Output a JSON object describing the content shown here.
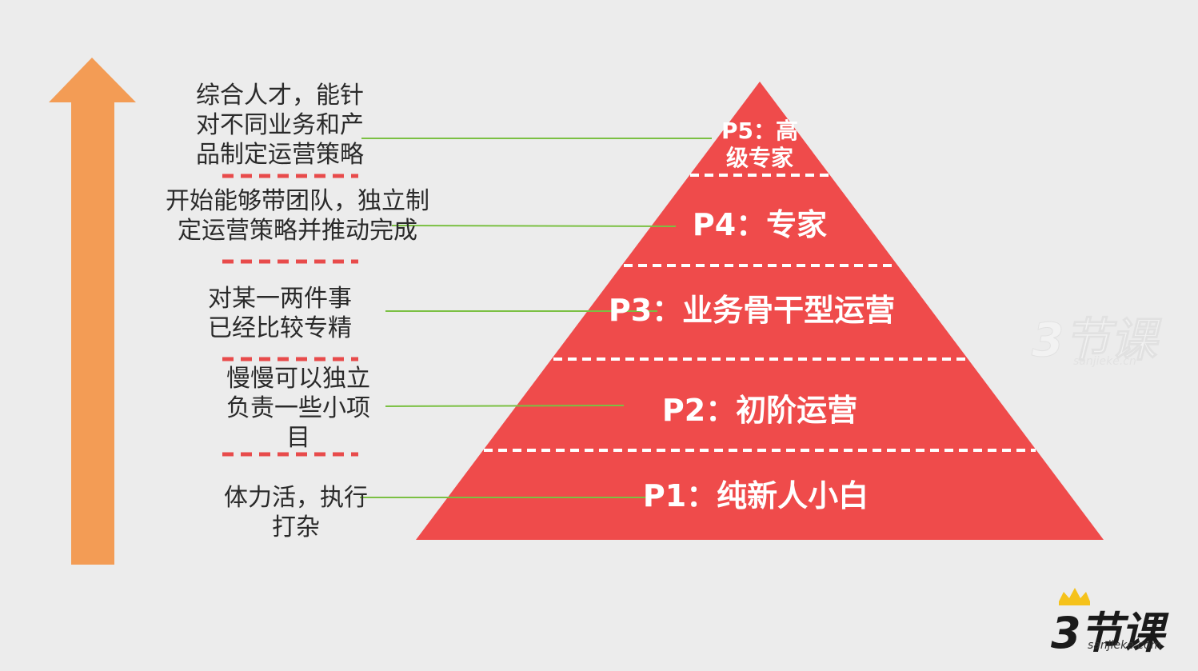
{
  "levels": [
    {
      "label": "P5：高级专家",
      "label_lines": [
        "P5：高",
        "级专家"
      ],
      "description_lines": [
        "综合人才，能针",
        "对不同业务和产",
        "品制定运营策略"
      ]
    },
    {
      "label": "P4：专家",
      "description_lines": [
        "开始能够带团队，独立制",
        "定运营策略并推动完成"
      ]
    },
    {
      "label": "P3：业务骨干型运营",
      "description_lines": [
        "对某一两件事",
        "已经比较专精"
      ]
    },
    {
      "label": "P2：初阶运营",
      "description_lines": [
        "慢慢可以独立",
        "负责一些小项",
        "目"
      ]
    },
    {
      "label": "P1：纯新人小白",
      "description_lines": [
        "体力活，执行",
        "打杂"
      ]
    }
  ],
  "colors": {
    "pyramid": "#ef4b4b",
    "arrow": "#f39c55",
    "connector": "#7bc043",
    "separator_left": "#e84b4b",
    "separator_pyramid": "#ffffff",
    "background": "#ececec"
  },
  "logo": {
    "brand": "3节课",
    "site": "sanjieke.com",
    "icon": "crown-icon"
  },
  "watermark": {
    "brand": "3节课",
    "site": "sanjieke.cn"
  }
}
